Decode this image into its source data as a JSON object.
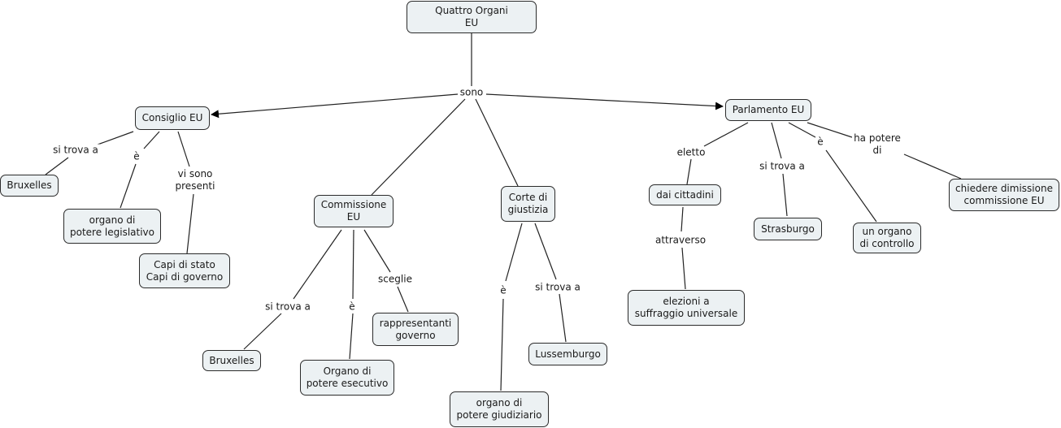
{
  "map_title": "Quattro  Organi\nEU",
  "colors": {
    "node_fill": "#ecf1f3",
    "node_border": "#2b2b2b",
    "line": "#222222"
  },
  "nodes": {
    "root": "Quattro  Organi\nEU",
    "consiglio": "Consiglio EU",
    "bruxelles1": "Bruxelles",
    "legislativo": "organo di\npotere legislativo",
    "capi": "Capi di stato\nCapi di governo",
    "commissione": "Commissione\nEU",
    "bruxelles2": "Bruxelles",
    "esecutivo": "Organo di\npotere esecutivo",
    "rappresentanti": "rappresentanti\ngoverno",
    "corte": "Corte di\ngiustizia",
    "giudiziario": "organo di\npotere giudiziario",
    "lussemburgo": "Lussemburgo",
    "parlamento": "Parlamento EU",
    "cittadini": "dai cittadini",
    "elezioni": "elezioni a\nsuffraggio universale",
    "strasburgo": "Strasburgo",
    "controllo": "un organo\ndi controllo",
    "dimissione": "chiedere dimissione\ncommissione EU"
  },
  "links": {
    "sono": "sono",
    "c_sitrova": "si trova a",
    "c_e": "è",
    "c_presenti": "vi sono\npresenti",
    "m_sitrova": "si trova a",
    "m_e": "è",
    "m_sceglie": "sceglie",
    "g_e": "è",
    "g_sitrova": "si trova a",
    "p_eletto": "eletto",
    "p_attraverso": "attraverso",
    "p_sitrova": "si trova a",
    "p_e": "è",
    "p_hapotere": "ha potere\ndi"
  }
}
